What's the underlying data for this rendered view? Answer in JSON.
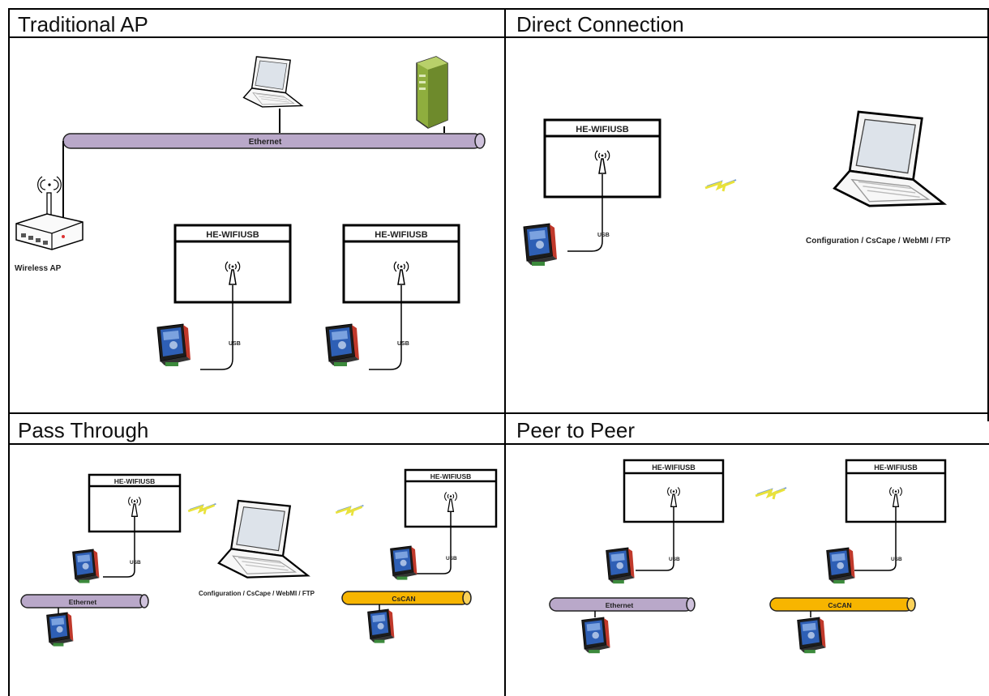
{
  "panels": [
    {
      "title": "Traditional AP",
      "bus_label": "Ethernet",
      "ap_label": "Wireless AP",
      "modules": [
        {
          "label": "HE-WIFIUSB",
          "cable_label": "USB"
        },
        {
          "label": "HE-WIFIUSB",
          "cable_label": "USB"
        }
      ]
    },
    {
      "title": "Direct Connection",
      "module": {
        "label": "HE-WIFIUSB",
        "cable_label": "USB"
      },
      "laptop_caption": "Configuration / CsCape / WebMI / FTP"
    },
    {
      "title": "Pass Through",
      "left": {
        "module_label": "HE-WIFIUSB",
        "cable_label": "USB",
        "bus_label": "Ethernet"
      },
      "right": {
        "module_label": "HE-WIFIUSB",
        "cable_label": "USB",
        "bus_label": "CsCAN"
      },
      "laptop_caption": "Configuration / CsCape / WebMI / FTP"
    },
    {
      "title": "Peer to Peer",
      "left": {
        "module_label": "HE-WIFIUSB",
        "cable_label": "USB",
        "bus_label": "Ethernet"
      },
      "right": {
        "module_label": "HE-WIFIUSB",
        "cable_label": "USB",
        "bus_label": "CsCAN"
      }
    }
  ],
  "colors": {
    "ethernet_bus": "#b9a8c9",
    "cscan_bus": "#f7b500",
    "server": "#8fae3e",
    "wireless_bolt": "#e9e23b",
    "device_screen": "#2e5fb5"
  }
}
